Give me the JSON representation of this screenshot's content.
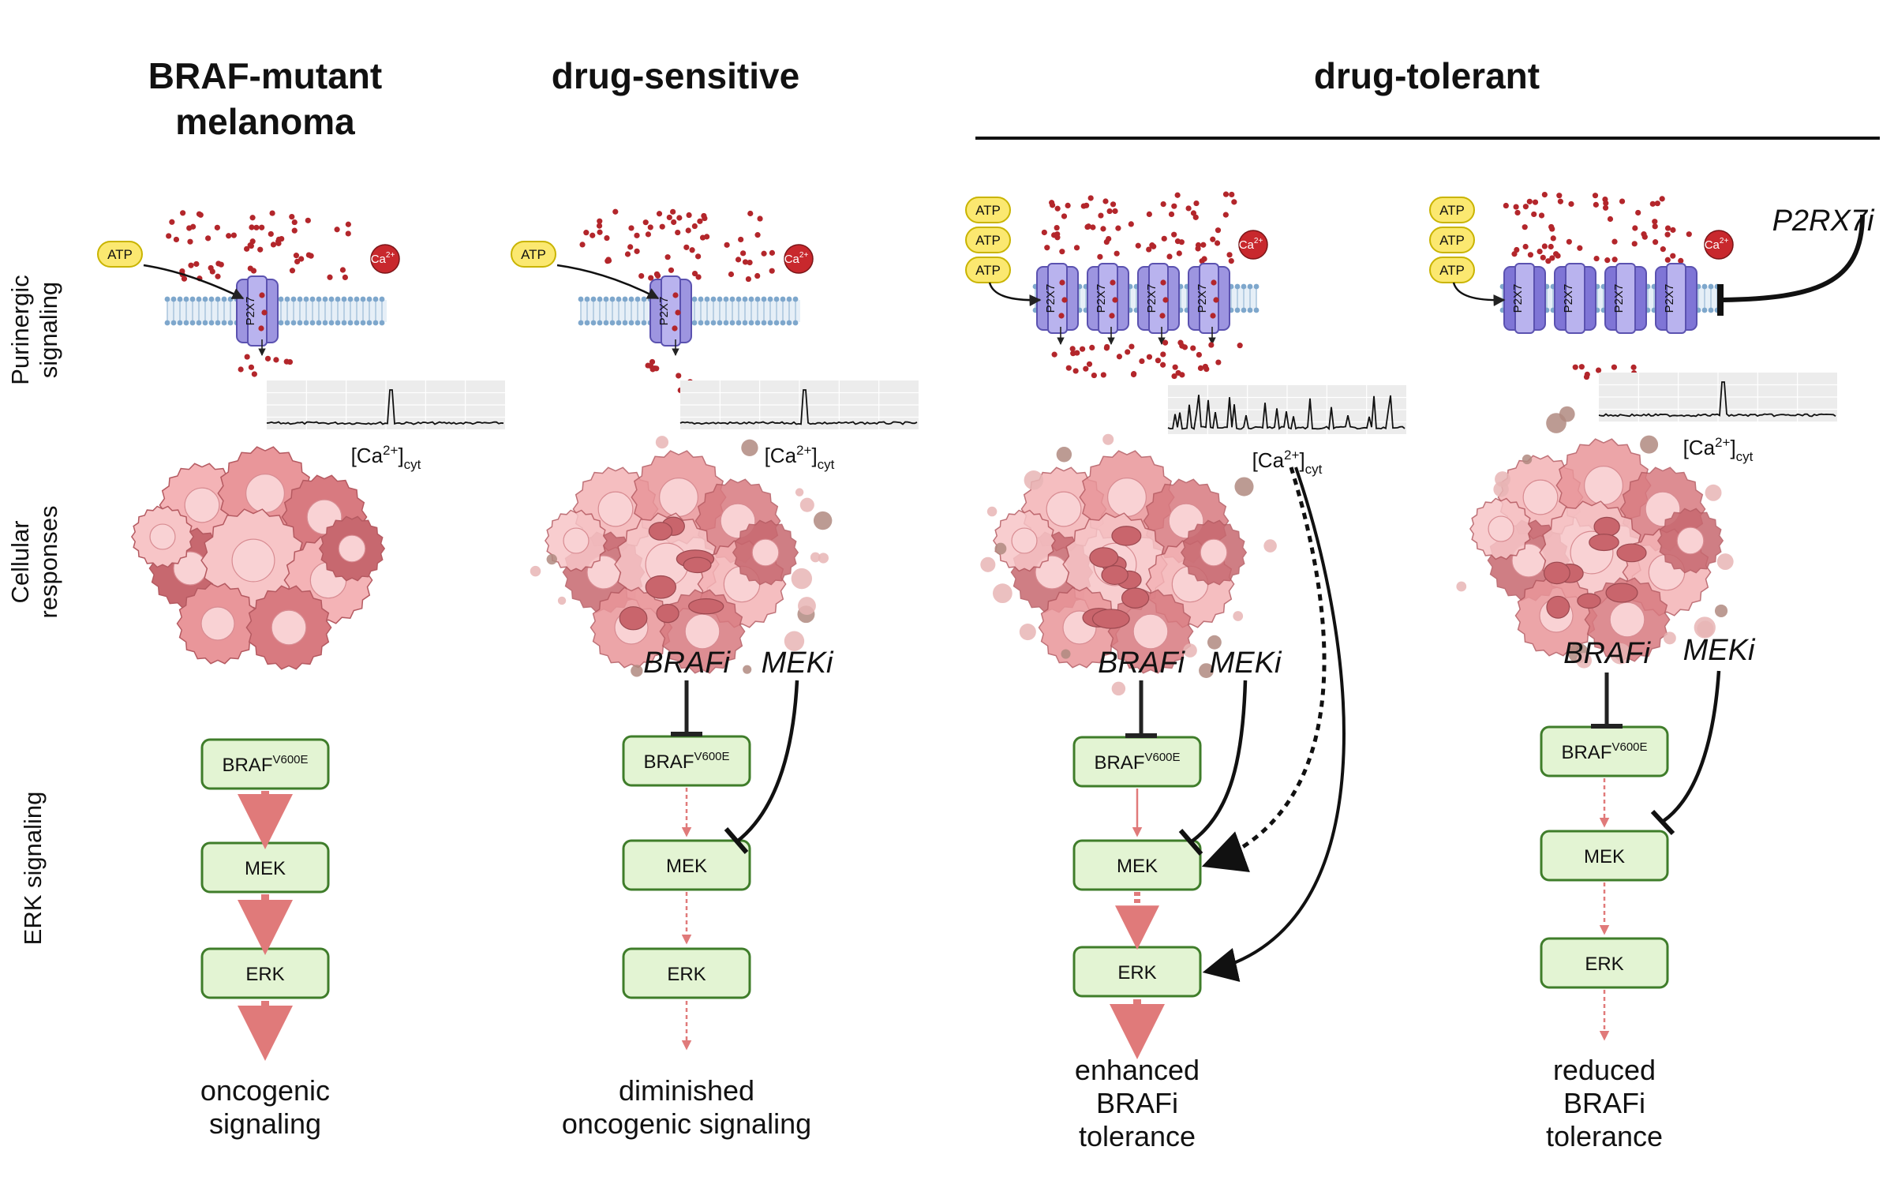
{
  "headers": {
    "col1_line1": "BRAF-mutant",
    "col1_line2": "melanoma",
    "col2": "drug-sensitive",
    "col3": "drug-tolerant"
  },
  "row_labels": {
    "purinergic_line1": "Purinergic",
    "purinergic_line2": "signaling",
    "cellular_line1": "Cellular",
    "cellular_line2": "responses",
    "erk": "ERK signaling"
  },
  "labels": {
    "atp": "ATP",
    "ca": "Ca",
    "ca_sup": "2+",
    "p2x7": "P2X7",
    "ca_trace_open": "[Ca",
    "ca_trace_sup": "2+",
    "ca_trace_close": "]",
    "ca_trace_sub": "cyt",
    "braf": "BRAF",
    "braf_sup": "V600E",
    "mek": "MEK",
    "erk": "ERK",
    "brafi": "BRAFi",
    "meki": "MEKi",
    "p2rx7i": "P2RX7i"
  },
  "outcomes": {
    "col1_line1": "oncogenic",
    "col1_line2": "signaling",
    "col2_line1": "diminished",
    "col2_line2": "oncogenic signaling",
    "col3_line1": "enhanced",
    "col3_line2": "BRAFi",
    "col3_line3": "tolerance",
    "col4_line1": "reduced",
    "col4_line2": "BRAFi",
    "col4_line3": "tolerance"
  },
  "colors": {
    "node_fill": "#e3f4d3",
    "node_stroke": "#3f7d2a",
    "flow_arrow": "#e07a7a",
    "channel": "#9d95e0",
    "atp_fill": "#fbe870",
    "calcium": "#b3262b",
    "membrane": "#7ea7cc"
  }
}
